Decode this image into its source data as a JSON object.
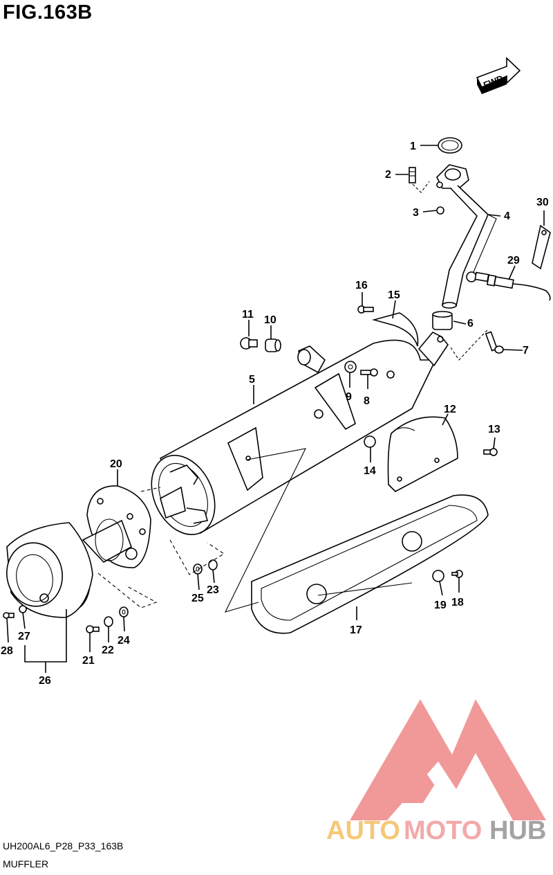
{
  "figure": {
    "title": "FIG.163B",
    "model_code": "UH200AL6_P28_P33_163B",
    "section_name": "MUFFLER",
    "direction_label": "FWD"
  },
  "watermark": {
    "part1": "AUTO",
    "part2": "MOTO",
    "part3": "HUB",
    "colors": {
      "triangle": "#f08f8f",
      "auto": "#f5c36a",
      "moto": "#f2a0a0",
      "hub": "#9a9a9a"
    }
  },
  "callouts": [
    "1",
    "2",
    "3",
    "4",
    "5",
    "6",
    "7",
    "8",
    "9",
    "10",
    "11",
    "12",
    "13",
    "14",
    "15",
    "16",
    "17",
    "18",
    "19",
    "20",
    "21",
    "22",
    "23",
    "24",
    "25",
    "26",
    "27",
    "28",
    "29",
    "30"
  ]
}
